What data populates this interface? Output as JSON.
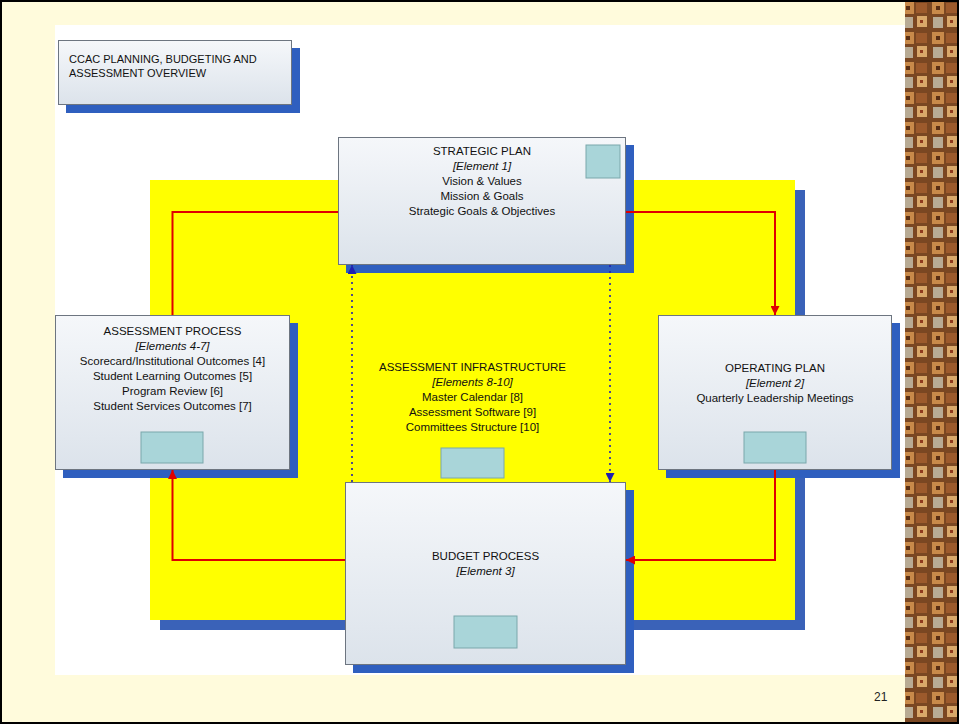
{
  "diagram": {
    "title": "CCAC PLANNING, BUDGETING AND ASSESSMENT OVERVIEW",
    "nodes": [
      {
        "text": [
          "STRATEGIC PLAN",
          "[Element 1]",
          "Vision & Values",
          "Mission & Goals",
          "Strategic Goals & Objectives"
        ]
      },
      {
        "text": [
          "ASSESSMENT PROCESS",
          "[Elements 4-7]",
          "Scorecard/Institutional Outcomes [4]",
          "Student Learning Outcomes [5]",
          "Program Review [6]",
          "Student Services Outcomes [7]"
        ]
      },
      {
        "text": [
          "ASSESSMENT INFRASTRUCTURE",
          "[Elements 8-10]",
          "Master Calendar [8]",
          "Assessment Software [9]",
          "Committees Structure [10]"
        ]
      },
      {
        "text": [
          "OPERATING PLAN",
          "[Element 2]",
          "Quarterly Leadership Meetings"
        ]
      },
      {
        "text": [
          "BUDGET PROCESS",
          "[Element 3]"
        ]
      }
    ],
    "edges": [
      {
        "from": 1,
        "to": 0,
        "arrow": "none"
      },
      {
        "from": 0,
        "to": 3,
        "arrow": "to"
      },
      {
        "from": 3,
        "to": 4,
        "arrow": "to"
      },
      {
        "from": 4,
        "to": 1,
        "arrow": "to"
      },
      {
        "from": 4,
        "to": 0,
        "arrow": "to"
      },
      {
        "from": 0,
        "to": 4,
        "arrow": "to"
      }
    ],
    "labels": [
      "21"
    ]
  }
}
